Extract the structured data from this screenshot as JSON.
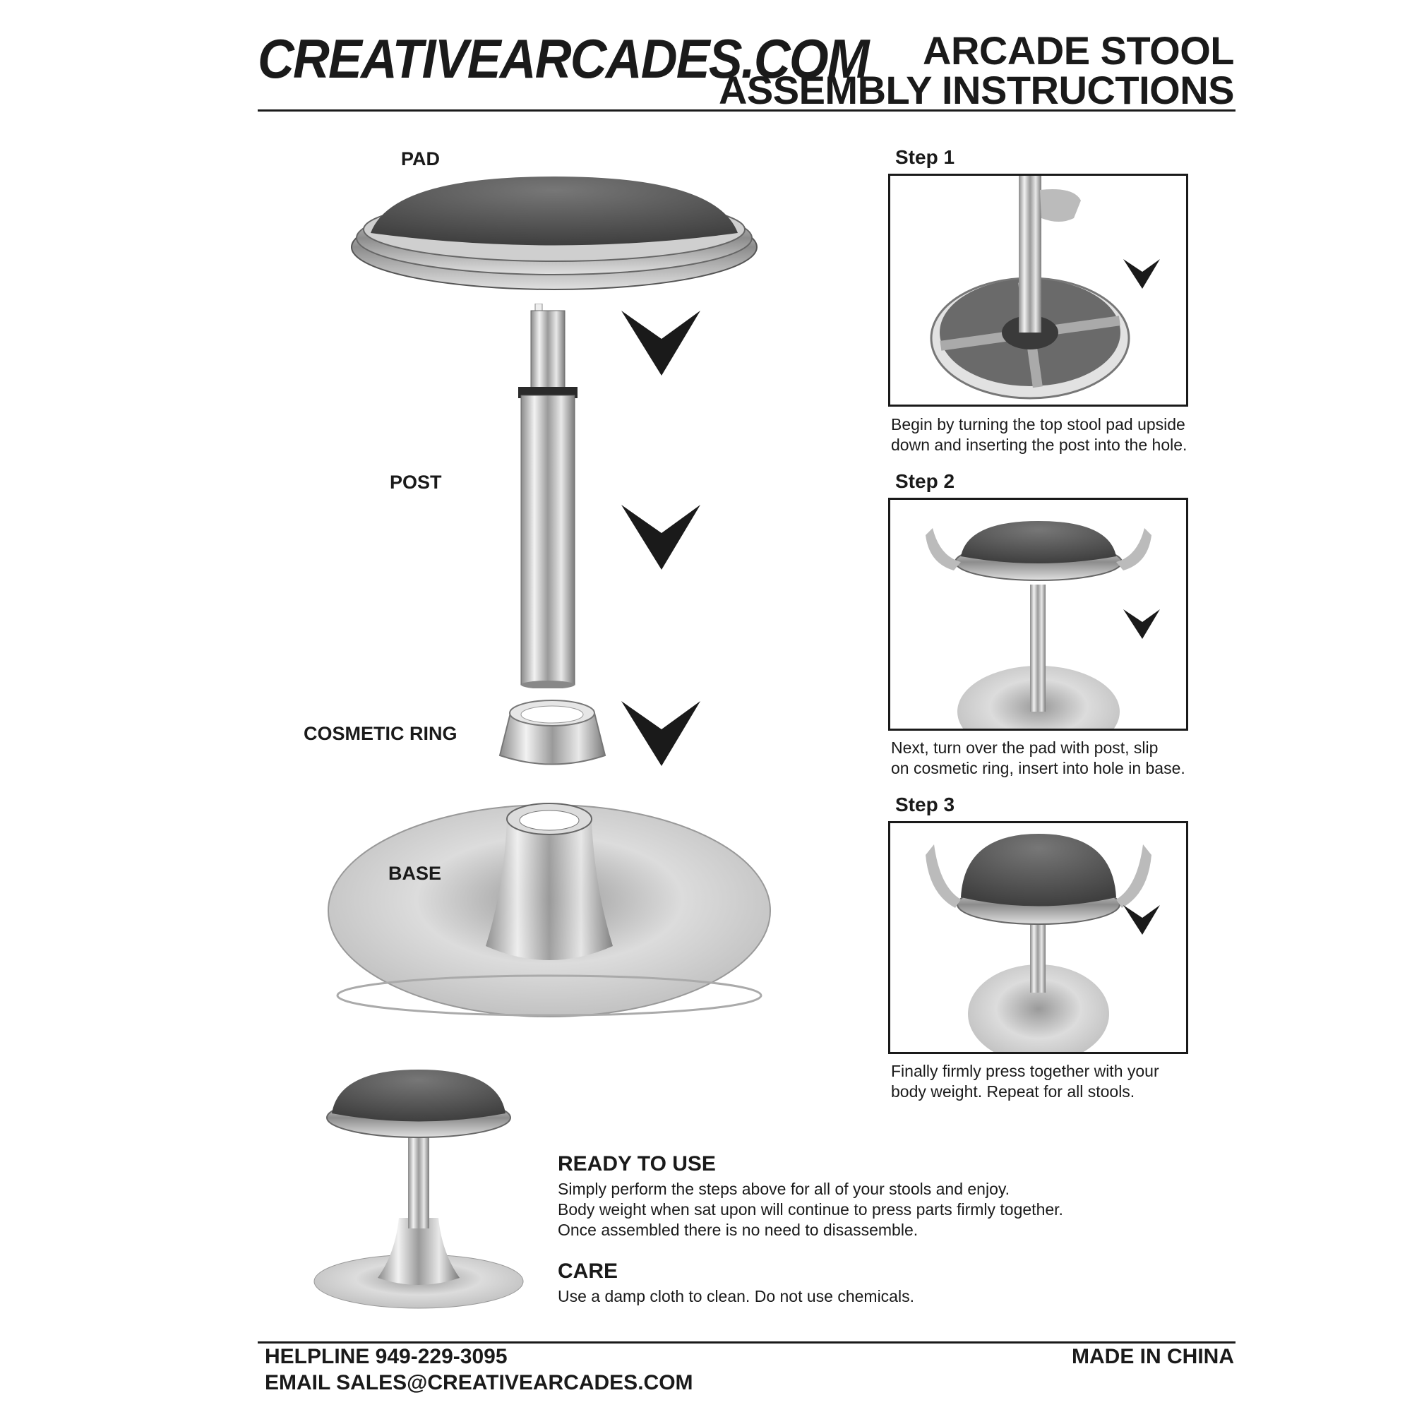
{
  "header": {
    "brand": "CREATIVEARCADES.COM",
    "title_line1": "ARCADE STOOL",
    "title_line2": "ASSEMBLY INSTRUCTIONS"
  },
  "parts": {
    "pad": "PAD",
    "post": "POST",
    "cosmetic_ring": "COSMETIC RING",
    "base": "BASE"
  },
  "steps": [
    {
      "label": "Step 1",
      "line1": "Begin by turning the top stool pad upside",
      "line2": "down and inserting the post into the hole."
    },
    {
      "label": "Step 2",
      "line1": "Next, turn over the pad with post, slip",
      "line2": "on cosmetic ring, insert into hole in base."
    },
    {
      "label": "Step 3",
      "line1": "Finally firmly press together with your",
      "line2": "body weight. Repeat for all stools."
    }
  ],
  "ready": {
    "heading": "READY TO USE",
    "line1": "Simply perform the steps above for all of your stools and enjoy.",
    "line2": "Body weight when sat upon will continue to press parts firmly together.",
    "line3": "Once assembled there is no need to disassemble."
  },
  "care": {
    "heading": "CARE",
    "line1": "Use a damp cloth to clean. Do not use chemicals."
  },
  "footer": {
    "helpline": "HELPLINE 949-229-3095",
    "email": "EMAIL SALES@CREATIVEARCADES.COM",
    "origin": "MADE IN CHINA"
  },
  "colors": {
    "ink": "#1a1a1a",
    "chrome": "#c9c9c9",
    "vinyl": "#555555"
  }
}
